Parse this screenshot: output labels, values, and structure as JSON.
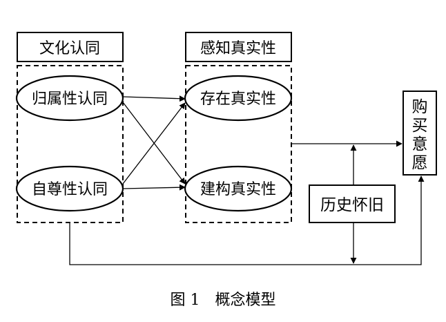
{
  "culture_identity": {
    "title": "文化认同",
    "items": [
      "归属性认同",
      "自尊性认同"
    ]
  },
  "perceived_authenticity": {
    "title": "感知真实性",
    "items": [
      "存在真实性",
      "建构真实性"
    ]
  },
  "purchase_intention": [
    "购",
    "买",
    "意",
    "愿"
  ],
  "moderator": "历史怀旧",
  "caption": "图 1　概念模型"
}
